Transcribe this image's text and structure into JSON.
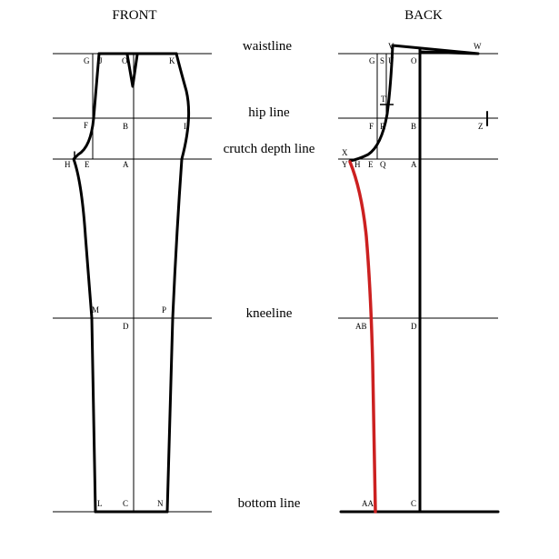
{
  "titles": {
    "front": "FRONT",
    "back": "BACK"
  },
  "line_labels": {
    "waistline": "waistline",
    "hip_line": "hip line",
    "crutch_depth_line": "crutch depth line",
    "kneeline": "kneeline",
    "bottom_line": "bottom line"
  },
  "front_points": {
    "G": "G",
    "J": "J",
    "O": "O",
    "K": "K",
    "F": "F",
    "B": "B",
    "I": "I",
    "H": "H",
    "E": "E",
    "A": "A",
    "M": "M",
    "D": "D",
    "P": "P",
    "L": "L",
    "C": "C",
    "N": "N"
  },
  "back_points": {
    "V": "V",
    "W": "W",
    "G": "G",
    "S": "S",
    "U": "U",
    "O": "O",
    "T": "T",
    "F": "F",
    "R": "R",
    "B": "B",
    "Z": "Z",
    "X": "X",
    "Y": "Y",
    "H": "H",
    "E": "E",
    "Q": "Q",
    "A": "A",
    "AB": "AB",
    "D": "D",
    "AA": "AA",
    "C": "C"
  },
  "colors": {
    "outline": "#000000",
    "highlight": "#cc2020"
  }
}
